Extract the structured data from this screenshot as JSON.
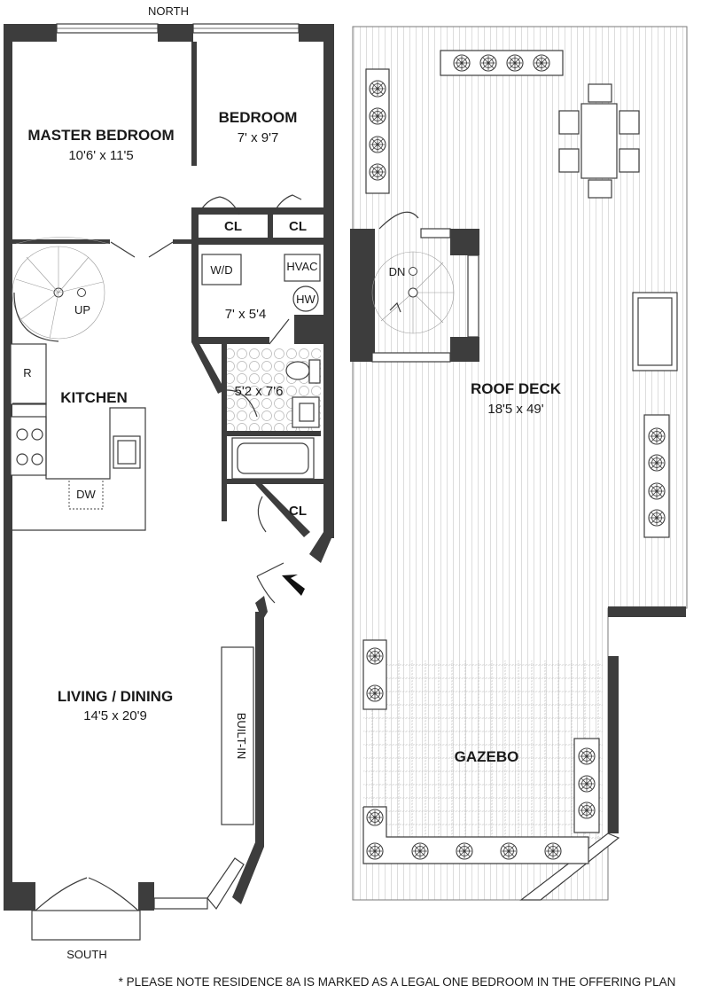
{
  "compass": {
    "north": "NORTH",
    "south": "SOUTH"
  },
  "rooms": {
    "master_bedroom": {
      "name": "MASTER BEDROOM",
      "dims": "10'6' x 11'5"
    },
    "bedroom": {
      "name": "BEDROOM",
      "dims": "7' x 9'7"
    },
    "closet_1": "CL",
    "closet_2": "CL",
    "closet_3": "CL",
    "laundry": {
      "wd": "W/D",
      "hvac": "HVAC",
      "hw": "HW",
      "dims": "7' x 5'4"
    },
    "bath": {
      "dims": "5'2 x 7'6"
    },
    "kitchen": {
      "name": "KITCHEN",
      "fridge": "R",
      "dishwasher": "DW"
    },
    "stair_up": "UP",
    "living": {
      "name": "LIVING / DINING",
      "dims": "14'5 x 20'9",
      "builtin": "BUILT-IN"
    },
    "stair_down": "DN",
    "roof_deck": {
      "name": "ROOF DECK",
      "dims": "18'5 x 49'"
    },
    "gazebo": {
      "name": "GAZEBO"
    }
  },
  "footnote": "* PLEASE NOTE RESIDENCE 8A IS MARKED AS A LEGAL ONE BEDROOM IN THE OFFERING PLAN"
}
